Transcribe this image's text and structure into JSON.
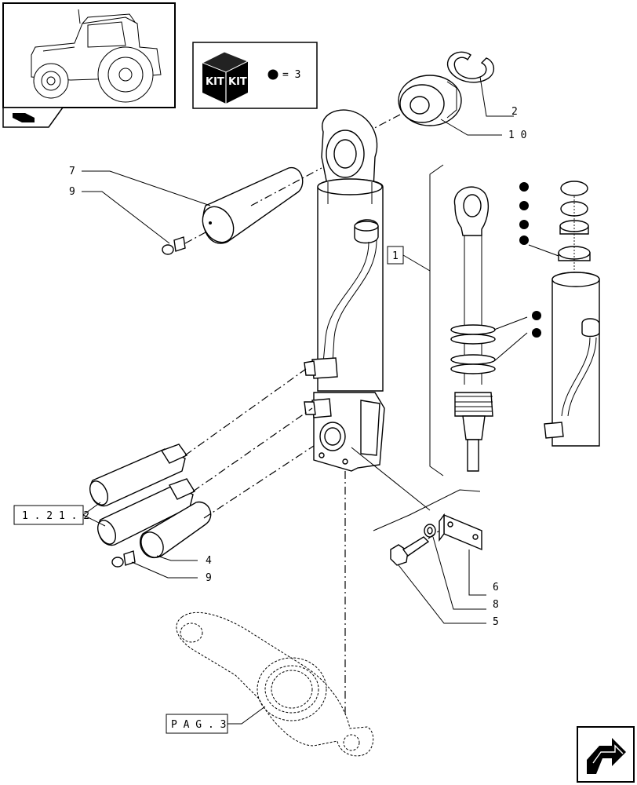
{
  "kit_box": {
    "kit_text_1": "KIT",
    "kit_text_2": "KIT",
    "legend": "= 3"
  },
  "labels": {
    "part_2": "2",
    "part_10": "1 0",
    "part_7": "7",
    "part_9_top": "9",
    "part_1": "1",
    "ref_1_21_2": "1 . 2 1 . 2",
    "part_4": "4",
    "part_9_bottom": "9",
    "part_6": "6",
    "part_8": "8",
    "part_5": "5",
    "ref_pag_3": "P A G .  3"
  }
}
